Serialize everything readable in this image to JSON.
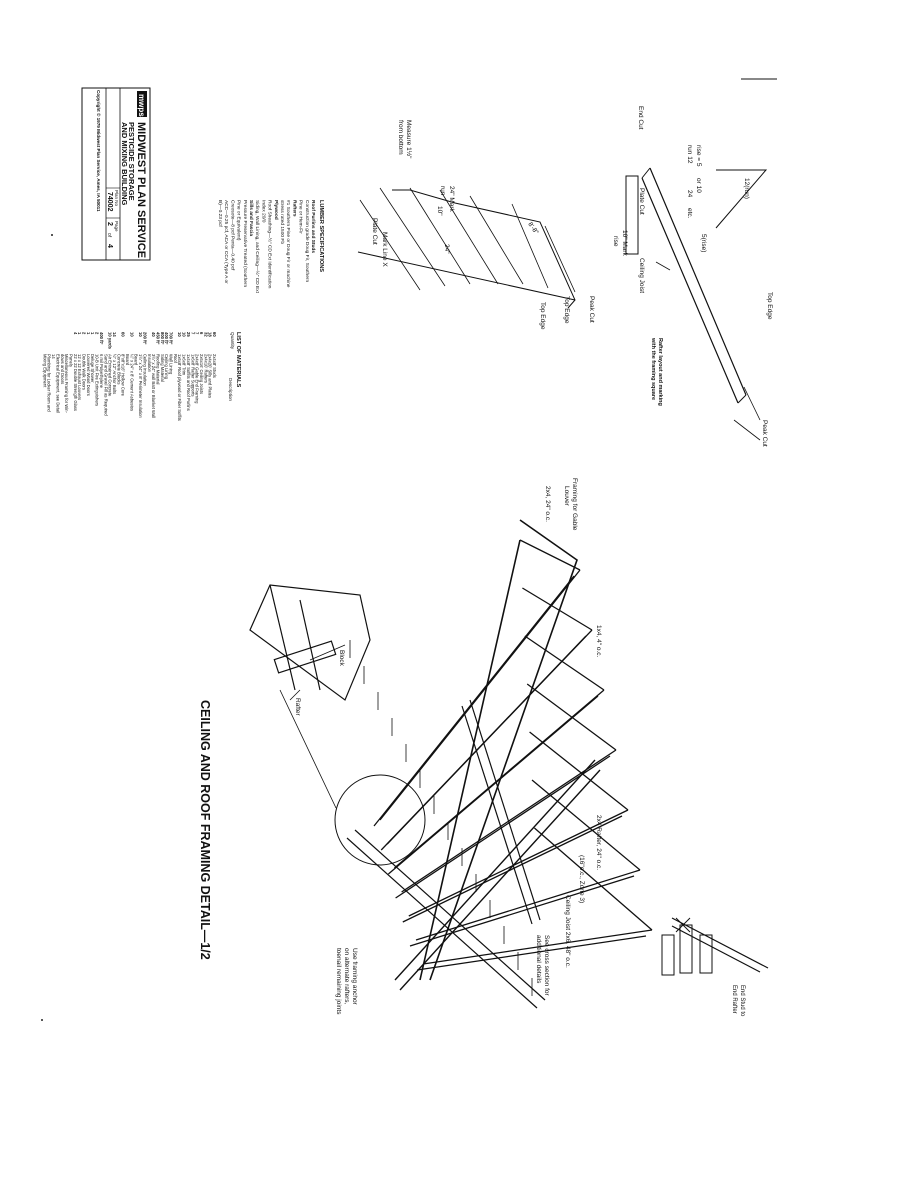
{
  "title_block": {
    "logo": "mwps",
    "org": "MIDWEST PLAN SERVICE",
    "name_line1": "PESTICIDE STORAGE",
    "name_line2": "AND MIXING BUILDING",
    "plan_no_label": "Plan No",
    "plan_no": "74002",
    "page_label": "Page",
    "page": "2",
    "page_of": "of",
    "page_total": "4",
    "copyright": "Copyright © 1979 Midwest Plan Service, Ames, IA 50011"
  },
  "rafter_layout": {
    "caption_line1": "Rafter layout and marking",
    "caption_line2": "with the framing square",
    "run": "12(run)",
    "rise": "5(rise)",
    "ratio_rise": "rise = 5",
    "ratio_run": "run 12",
    "ratio_or1": "or 10",
    "ratio_or2": "24",
    "ratio_etc": "etc.",
    "end_cut": "End Cut",
    "plate_cut": "Plate Cut",
    "ceiling_joist": "Ceiling Joist",
    "top_edge": "Top Edge",
    "peak_cut": "Peak Cut",
    "mark_24": "24\" Mark",
    "run_label": "run",
    "mark_10": "10\" Mark",
    "rise_label": "rise",
    "dim_10": "10\"",
    "dim_24": "24\"",
    "dim_8_8": "8'-8\"",
    "measure_line1": "Measure 1½\"",
    "measure_line2": "from bottom",
    "mark_line": "Mark Line X",
    "plate_cut2": "Plate Cut",
    "peak_cut2": "Peak Cut",
    "top_edge2": "Top Edge",
    "top_edge3": "Top Edge"
  },
  "lumber_specs": {
    "heading": "LUMBER SPECIFICATIONS",
    "lines": [
      "Roof Purlins and Studs",
      "Construction grade Doug Fir, Southern",
      "Pine or Hem-Fir",
      "Rafters",
      "#1 Southern Pine or Doug Fir or machine",
      "stress rated 1500 Fb",
      "Plywood",
      "Roof Sheathing—½\" CD Ext Identification",
      "Index 20/0",
      "Siding, Wall Lining, and Ceiling—½\" CD Ext",
      "Sills and Fascia",
      "Pressure Preservative Treated (Southern",
      "Pine or Equivalent)",
      "Creosote—8 pcf  Penta—0.40 pcf",
      "ACC—0.25 pcf, ACA or CCA (Type A or",
      "B)—0.23 pcf"
    ]
  },
  "materials": {
    "heading": "LIST OF MATERIALS",
    "col_qty": "Quantity",
    "col_desc": "Description",
    "rows": [
      {
        "qty": "60",
        "desc": "2x4x8' Studs"
      },
      {
        "qty": "18",
        "desc": "2x4x20' Sills and Plates"
      },
      {
        "qty": "32",
        "desc": "2x4x10' Rafters"
      },
      {
        "qty": "6",
        "desc": "2x6x16' Ceiling Joists"
      },
      {
        "qty": "7",
        "desc": "2x4x8' Gable End Framing"
      },
      {
        "qty": "7",
        "desc": "1x6x8' Rafter Supports"
      },
      {
        "qty": "25",
        "desc": "1x4x8' Soffits and Roof Purlins"
      },
      {
        "qty": "10",
        "desc": "1x6x8' Trim"
      },
      {
        "qty": "10",
        "desc": "1x6x8' Roof plywood or Fiber Soffits"
      },
      {
        "qty": "",
        "desc": "Roof"
      },
      {
        "qty": "700 ft²",
        "desc": "Wall Lining"
      },
      {
        "qty": "400 ft²",
        "desc": "Ceiling Lining"
      },
      {
        "qty": "800 ft²",
        "desc": "Siding Material"
      },
      {
        "qty": "450 ft²",
        "desc": "Roofing Material"
      },
      {
        "qty": "40",
        "desc": "3½\" x 24\" wall Batt or Blanket Wall"
      },
      {
        "qty": "",
        "desc": "Insulation"
      },
      {
        "qty": "200 ft²",
        "desc": "Ceiling Insulation"
      },
      {
        "qty": "10",
        "desc": "1½\" x 24\" x 8' Perimeter Insulation"
      },
      {
        "qty": "",
        "desc": "Board"
      },
      {
        "qty": "10",
        "desc": "¼\" x 24\" x 8' Cement Asbestos"
      },
      {
        "qty": "",
        "desc": "Board"
      },
      {
        "qty": "60",
        "desc": "8\"x8\"x16\" Hollow Core"
      },
      {
        "qty": "",
        "desc": "Concrete Blocks"
      },
      {
        "qty": "14",
        "desc": "½\" x 12\" Anchor Bolts"
      },
      {
        "qty": "10 yards",
        "desc": "Air Entrained Concrete"
      },
      {
        "qty": "",
        "desc": "Sand and Gravel Fill as Required"
      },
      {
        "qty": "400 ft²",
        "desc": "6 mil Polyethylene"
      },
      {
        "qty": "2",
        "desc": "10-B Unit Fire Extinguishers"
      },
      {
        "qty": "1",
        "desc": "Deluge Shower"
      },
      {
        "qty": "1",
        "desc": "Louvered Wood Doors"
      },
      {
        "qty": "2",
        "desc": "Double Walk Doors"
      },
      {
        "qty": "1",
        "desc": "12 x 12 Exhaust Louvers"
      },
      {
        "qty": "4",
        "desc": "22 x 22 Double Strength Glass"
      },
      {
        "qty": "",
        "desc": "Panels"
      },
      {
        "qty": "",
        "desc": "Miscellaneous Framing for Win-"
      },
      {
        "qty": "",
        "desc": "dows and Doors"
      },
      {
        "qty": "",
        "desc": "Electrical Equipment, see Detail"
      },
      {
        "qty": "",
        "desc": "14"
      },
      {
        "qty": "",
        "desc": "Plumbing for Locker Room and"
      },
      {
        "qty": "",
        "desc": "Mixing Equipment"
      }
    ]
  },
  "framing_detail": {
    "title": "CEILING AND ROOF FRAMING DETAIL—1/2",
    "gable_line1": "Framing for Gable",
    "gable_line2": "Louver",
    "studs": "2x4, 24\" o.c.",
    "purlins": "1x4, 4\" o.c.",
    "rafter": "2x4 Rafter, 24\" o.c.",
    "rafter2": "(16\"o.c., Zone 3)",
    "joist": "Ceiling Joist 2x6, 48\" o.c.",
    "see_line1": "See cross section for",
    "see_line2": "additional details",
    "anchor_line1": "Use framing anchor",
    "anchor_line2": "on alternate rafters,",
    "anchor_line3": "toenail remaining joints",
    "end_stud_line1": "End Stud to",
    "end_stud_line2": "End Rafter",
    "block": "Block",
    "rafter_label": "Rafter"
  }
}
